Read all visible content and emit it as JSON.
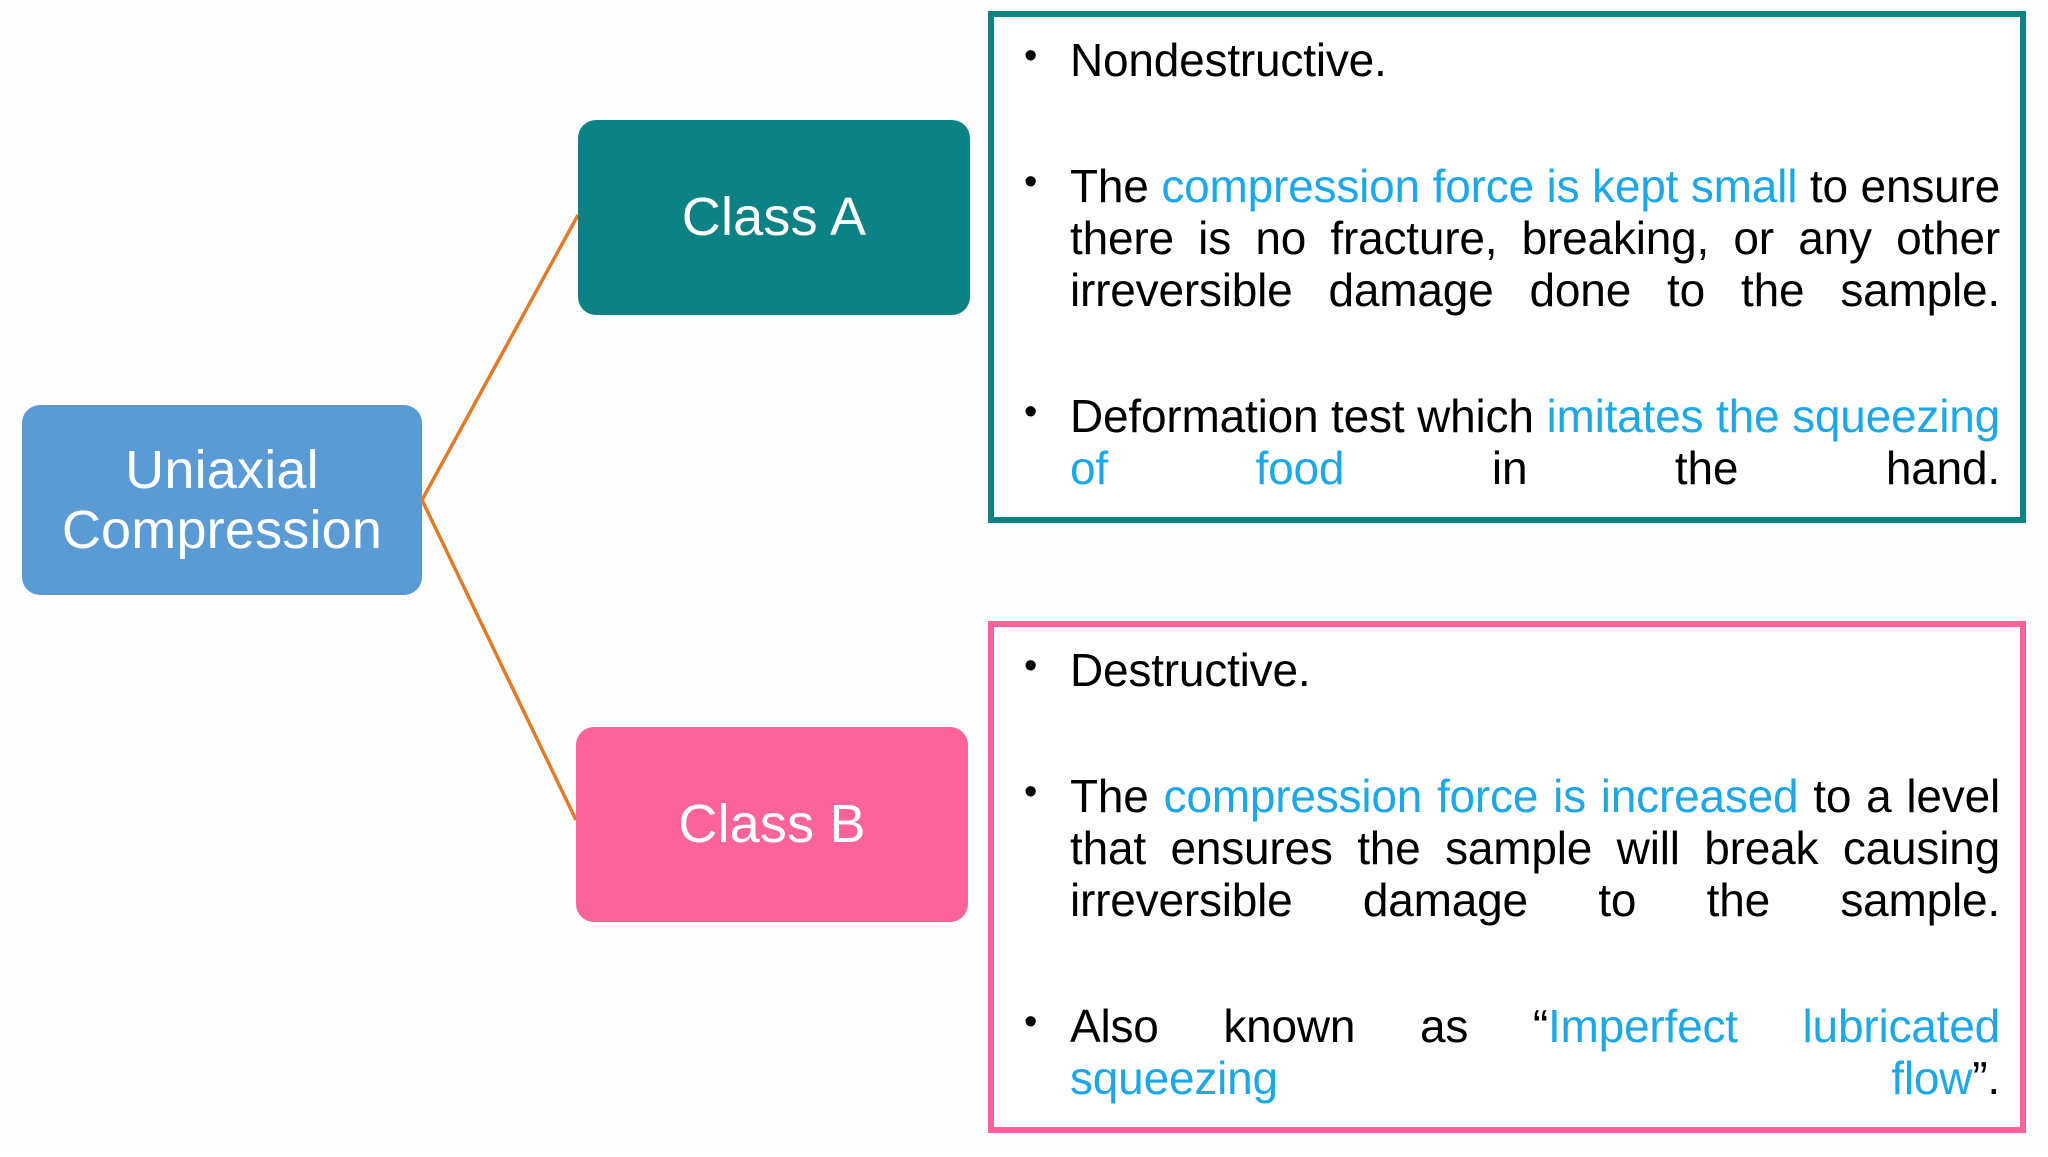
{
  "colors": {
    "root_box": "#5b9bd5",
    "class_a": "#0d8285",
    "class_b": "#fc639b",
    "highlight_text": "#1ca8e8",
    "connector": "#e07b28",
    "body_text": "#000000",
    "background": "#ffffff"
  },
  "root": {
    "label": "Uniaxial\nCompression"
  },
  "branches": [
    {
      "id": "class-a",
      "node_label": "Class A",
      "node_color": "#0d8285",
      "panel_border_color": "#0d8285",
      "bullets": [
        {
          "segments": [
            {
              "text": "Nondestructive.",
              "highlight": false
            }
          ]
        },
        {
          "segments": [
            {
              "text": "The ",
              "highlight": false
            },
            {
              "text": "compression force is kept small",
              "highlight": true
            },
            {
              "text": " to ensure there is no fracture, breaking, or any other irreversible damage done to the sample.",
              "highlight": false
            }
          ]
        },
        {
          "segments": [
            {
              "text": "Deformation test which ",
              "highlight": false
            },
            {
              "text": "imitates the squeezing of food",
              "highlight": true
            },
            {
              "text": " in the hand.",
              "highlight": false
            }
          ]
        }
      ]
    },
    {
      "id": "class-b",
      "node_label": "Class B",
      "node_color": "#fc639b",
      "panel_border_color": "#fc639b",
      "bullets": [
        {
          "segments": [
            {
              "text": "Destructive.",
              "highlight": false
            }
          ]
        },
        {
          "segments": [
            {
              "text": "The ",
              "highlight": false
            },
            {
              "text": "compression force is increased",
              "highlight": true
            },
            {
              "text": " to a level that ensures the sample will break causing irreversible damage to the sample.",
              "highlight": false
            }
          ]
        },
        {
          "segments": [
            {
              "text": "Also known as “",
              "highlight": false
            },
            {
              "text": "Imperfect lubricated squeezing flow",
              "highlight": true
            },
            {
              "text": "”.",
              "highlight": false
            }
          ]
        }
      ]
    }
  ],
  "connector_lines": [
    {
      "from": "root-right",
      "to": "class-a-left"
    },
    {
      "from": "root-right",
      "to": "class-b-left"
    }
  ]
}
